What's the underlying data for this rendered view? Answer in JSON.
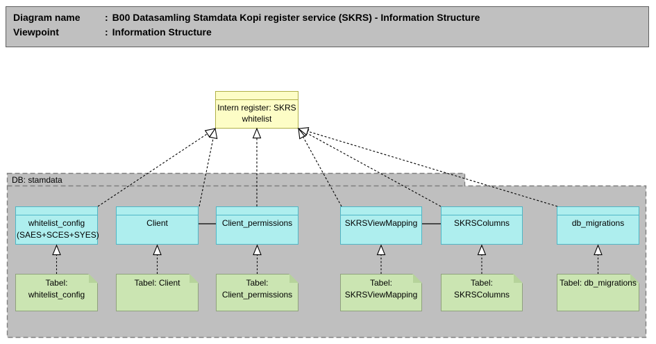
{
  "header": {
    "rows": [
      {
        "label": "Diagram name",
        "colon": ":",
        "value": "B00 Datasamling Stamdata Kopi register service (SKRS) - Information Structure"
      },
      {
        "label": "Viewpoint",
        "colon": ":",
        "value": "Information Structure"
      }
    ]
  },
  "register": {
    "label": "Intern register: SKRS whitelist"
  },
  "group": {
    "label": "DB: stamdata"
  },
  "tables": [
    {
      "label": "whitelist_config (SAES+SCES+SYES)"
    },
    {
      "label": "Client"
    },
    {
      "label": "Client_permissions"
    },
    {
      "label": "SKRSViewMapping"
    },
    {
      "label": "SKRSColumns"
    },
    {
      "label": "db_migrations"
    }
  ],
  "notes": [
    {
      "label": "Tabel: whitelist_config"
    },
    {
      "label": "Tabel: Client"
    },
    {
      "label": "Tabel: Client_permissions"
    },
    {
      "label": "Tabel: SKRSViewMapping"
    },
    {
      "label": "Tabel: SKRSColumns"
    },
    {
      "label": "Tabel: db_migrations"
    }
  ],
  "relationships": {
    "realizations_to_register": [
      {
        "from": "whitelist_config (SAES+SCES+SYES)",
        "to": "Intern register: SKRS whitelist",
        "style": "dashed-hollow-triangle"
      },
      {
        "from": "Client",
        "to": "Intern register: SKRS whitelist",
        "style": "dashed-hollow-triangle"
      },
      {
        "from": "Client_permissions",
        "to": "Intern register: SKRS whitelist",
        "style": "dashed-hollow-triangle"
      },
      {
        "from": "SKRSViewMapping",
        "to": "Intern register: SKRS whitelist",
        "style": "dashed-hollow-triangle"
      },
      {
        "from": "SKRSColumns",
        "to": "Intern register: SKRS whitelist",
        "style": "dashed-hollow-triangle"
      },
      {
        "from": "db_migrations",
        "to": "Intern register: SKRS whitelist",
        "style": "dashed-hollow-triangle"
      }
    ],
    "note_realizations": [
      {
        "from": "Tabel: whitelist_config",
        "to": "whitelist_config (SAES+SCES+SYES)",
        "style": "dashed-hollow-triangle"
      },
      {
        "from": "Tabel: Client",
        "to": "Client",
        "style": "dashed-hollow-triangle"
      },
      {
        "from": "Tabel: Client_permissions",
        "to": "Client_permissions",
        "style": "dashed-hollow-triangle"
      },
      {
        "from": "Tabel: SKRSViewMapping",
        "to": "SKRSViewMapping",
        "style": "dashed-hollow-triangle"
      },
      {
        "from": "Tabel: SKRSColumns",
        "to": "SKRSColumns",
        "style": "dashed-hollow-triangle"
      },
      {
        "from": "Tabel: db_migrations",
        "to": "db_migrations",
        "style": "dashed-hollow-triangle"
      }
    ],
    "associations": [
      {
        "between": [
          "Client",
          "Client_permissions"
        ],
        "style": "solid-line"
      },
      {
        "between": [
          "SKRSViewMapping",
          "SKRSColumns"
        ],
        "style": "solid-line"
      }
    ]
  },
  "colors": {
    "header_fill": "#c0c0c0",
    "group_fill": "#bfbfbf",
    "group_border": "#7f7f7f",
    "entity_fill": "#aeeeee",
    "entity_border": "#4eb6c6",
    "register_fill": "#fdfdc6",
    "register_border": "#b0b048",
    "note_fill": "#cbe5b2",
    "note_border": "#8fa17c",
    "note_fold": "#b6d39b",
    "connector": "#000000"
  }
}
